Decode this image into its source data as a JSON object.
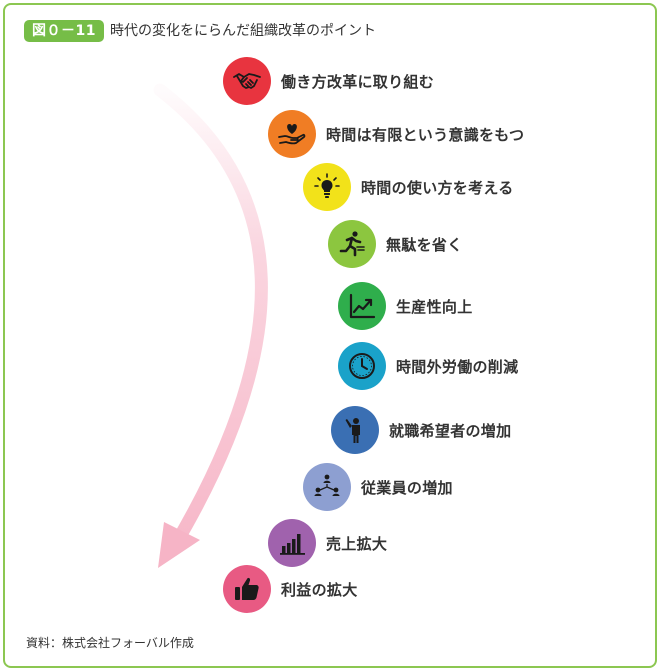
{
  "figure": {
    "tag": "図０－11",
    "title": "時代の変化をにらんだ組織改革のポイント"
  },
  "steps": [
    {
      "label": "働き方改革に取り組む",
      "color": "#e8343f",
      "icon": "handshake-icon"
    },
    {
      "label": "時間は有限という意識をもつ",
      "color": "#f07d24",
      "icon": "heart-in-hand-icon"
    },
    {
      "label": "時間の使い方を考える",
      "color": "#f2e21a",
      "icon": "lightbulb-icon"
    },
    {
      "label": "無駄を省く",
      "color": "#8cc63f",
      "icon": "running-person-icon"
    },
    {
      "label": "生産性向上",
      "color": "#2fae4c",
      "icon": "rising-chart-icon"
    },
    {
      "label": "時間外労働の削減",
      "color": "#1aa2c9",
      "icon": "clock-icon"
    },
    {
      "label": "就職希望者の増加",
      "color": "#3a6fb3",
      "icon": "raised-hand-person-icon"
    },
    {
      "label": "従業員の増加",
      "color": "#8d9fd1",
      "icon": "people-network-icon"
    },
    {
      "label": "売上拡大",
      "color": "#a062ad",
      "icon": "bar-chart-icon"
    },
    {
      "label": "利益の拡大",
      "color": "#e85a83",
      "icon": "thumbs-up-icon"
    }
  ],
  "colors": {
    "frame": "#8cc751",
    "arrow": "#f6b4c6",
    "label_text": "#333333"
  },
  "source": "資料：株式会社フォーバル作成"
}
